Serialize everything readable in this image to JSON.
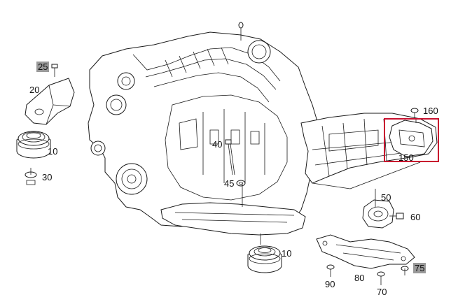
{
  "callouts": {
    "c10a": "10",
    "c10b": "10",
    "c20": "20",
    "c25": "25",
    "c30": "30",
    "c40": "40",
    "c45": "45",
    "c50": "50",
    "c60": "60",
    "c70": "70",
    "c75": "75",
    "c80": "80",
    "c90": "90",
    "c150": "150",
    "c160": "160"
  },
  "colors": {
    "highlight_box": "#c8102e",
    "label_highlight": "#9a9a9a"
  }
}
